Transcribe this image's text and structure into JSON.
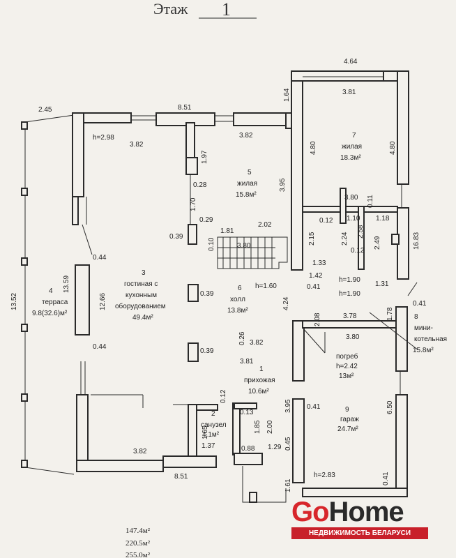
{
  "title": {
    "label": "Этаж",
    "number": "1"
  },
  "totals": [
    "147.4м²",
    "220.5м²",
    "255.0м²"
  ],
  "logo": {
    "word_go": "Go",
    "word_home": "Home",
    "tagline": "НЕДВИЖИМОСТЬ БЕЛАРУСИ"
  },
  "rooms": [
    {
      "num": "1",
      "name": [
        "прихожая"
      ],
      "area": "10.6м²"
    },
    {
      "num": "2",
      "name": [
        "санузел"
      ],
      "area": "4.1м²"
    },
    {
      "num": "3",
      "name": [
        "гостиная с",
        "кухонным",
        "оборудованием"
      ],
      "area": "49.4м²"
    },
    {
      "num": "4",
      "name": [
        "терраса"
      ],
      "area": "9.8(32.6)м²"
    },
    {
      "num": "5",
      "name": [
        "жилая"
      ],
      "area": "15.8м²"
    },
    {
      "num": "6",
      "name": [
        "холл"
      ],
      "area": "13.8м²"
    },
    {
      "num": "7",
      "name": [
        "жилая"
      ],
      "area": "18.3м²"
    },
    {
      "num": "8",
      "name": [
        "мини-",
        "котельная"
      ],
      "area": "15.8м²"
    },
    {
      "num": "9",
      "name": [
        "гараж"
      ],
      "area": "24.7м²"
    },
    {
      "num": "",
      "name": [
        "погреб",
        "h=2.42"
      ],
      "area": "13м²"
    }
  ],
  "dimensions": [
    "2.45",
    "8.51",
    "3.82",
    "h=2.98",
    "3.82",
    "1.97",
    "0.28",
    "1.70",
    "0.29",
    "0.39",
    "0.10",
    "1.81",
    "2.02",
    "3.80",
    "3.95",
    "0.44",
    "13.59",
    "12.66",
    "0.44",
    "13.52",
    "0.39",
    "0.39",
    "h=1.60",
    "4.24",
    "0.26",
    "3.82",
    "3.81",
    "0.12",
    "0.13",
    "1.65",
    "1.37",
    "1.85",
    "2.00",
    "0.88",
    "3.82",
    "8.51",
    "4.64",
    "1.64",
    "3.81",
    "4.80",
    "4.80",
    "3.80",
    "0.11",
    "1.10",
    "1.18",
    "0.12",
    "2.15",
    "2.24",
    "2.58",
    "2.49",
    "0.12",
    "16.83",
    "1.33",
    "1.42",
    "0.41",
    "h=1.90",
    "h=1.90",
    "1.31",
    "2.08",
    "1.78",
    "0.41",
    "3.78",
    "3.80",
    "3.95",
    "0.41",
    "6.50",
    "1.29",
    "0.45",
    "1.61",
    "h=2.83",
    "0.41"
  ]
}
